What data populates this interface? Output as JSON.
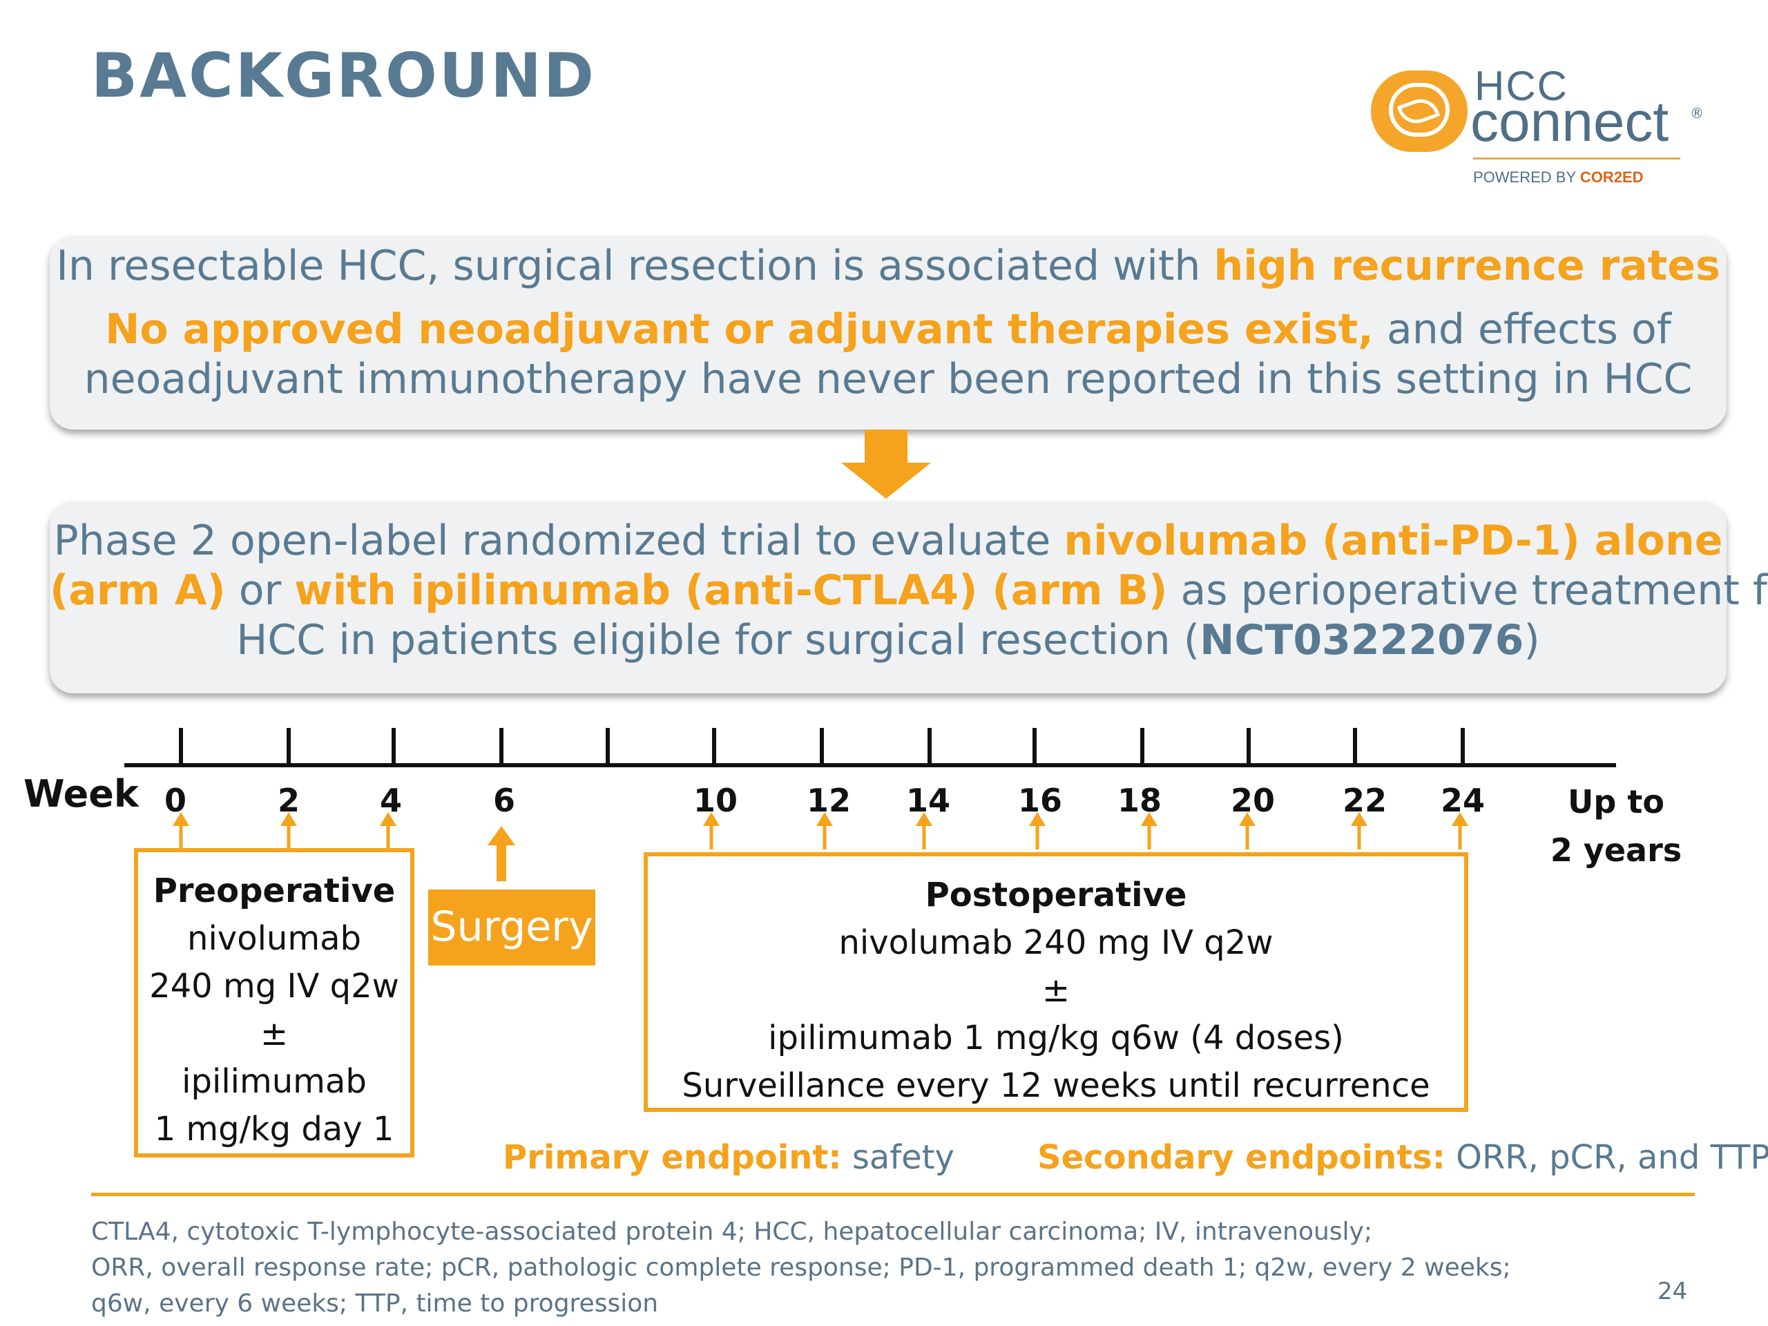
{
  "title": "BACKGROUND",
  "logo": {
    "hcc": "HCC",
    "connect": "connect",
    "reg": "®",
    "powered_by": "POWERED BY",
    "brand": "COR2ED"
  },
  "panel1": {
    "line1_text": "In resectable HCC, surgical resection is associated with ",
    "line1_hl": "high recurrence rates",
    "line2_hl": "No approved neoadjuvant or adjuvant therapies exist,",
    "line2_text": " and effects of",
    "line3_text": "neoadjuvant immunotherapy have never been reported in this setting in HCC"
  },
  "panel2": {
    "line1_text": "Phase 2 open-label randomized trial to evaluate ",
    "line1_hl": "nivolumab (anti-PD-1) alone",
    "line2_hl1": "(arm A)",
    "line2_text1": " or ",
    "line2_hl2": "with ipilimumab (anti-CTLA4) (arm B)",
    "line2_text2": " as perioperative treatment for",
    "line3_text1": "HCC in patients eligible for surgical resection (",
    "line3_bold": "NCT03222076",
    "line3_text2": ")"
  },
  "timeline": {
    "week_label": "Week",
    "ticks": [
      "0",
      "2",
      "4",
      "6",
      "10",
      "12",
      "14",
      "16",
      "18",
      "20",
      "22",
      "24"
    ],
    "end_label_1": "Up to",
    "end_label_2": "2 years"
  },
  "preop": {
    "title": "Preoperative",
    "lines": [
      "nivolumab",
      "240 mg IV q2w",
      "±",
      "ipilimumab",
      "1 mg/kg day 1"
    ]
  },
  "surgery": "Surgery",
  "postop": {
    "title": "Postoperative",
    "lines": [
      "nivolumab 240 mg IV q2w",
      "±",
      "ipilimumab 1 mg/kg q6w (4 doses)",
      "Surveillance every 12 weeks until recurrence"
    ]
  },
  "endpoints": {
    "primary_label": "Primary endpoint:",
    "primary_value": " safety",
    "secondary_label": "Secondary endpoints:",
    "secondary_value": " ORR, pCR, and TTP"
  },
  "footnotes": [
    "CTLA4, cytotoxic T-lymphocyte-associated protein 4; HCC, hepatocellular carcinoma; IV, intravenously;",
    "ORR, overall response rate; pCR, pathologic complete response; PD-1, programmed death 1; q2w, every 2 weeks;",
    "q6w, every 6 weeks; TTP, time to progression"
  ],
  "page_number": "24",
  "colors": {
    "accent": "#f5a21c",
    "title": "#587a92",
    "panel": "#f0f1f2"
  }
}
